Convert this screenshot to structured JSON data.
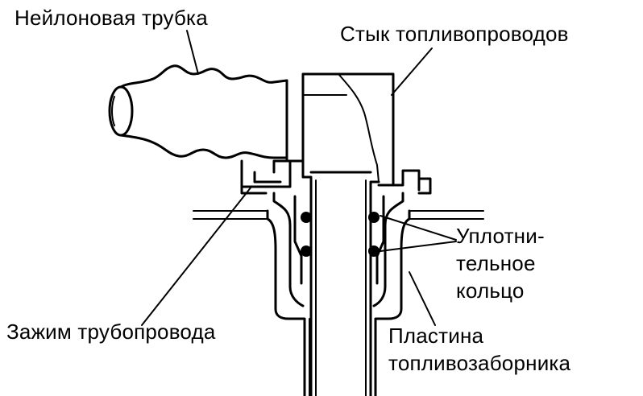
{
  "labels": {
    "nylon_tube": "Нейлоновая трубка",
    "fuel_line_joint": "Стык топливопроводов",
    "o_ring_line1": "Уплотни-",
    "o_ring_line2": "тельное",
    "o_ring_line3": "кольцо",
    "pipe_clamp": "Зажим трубопровода",
    "plate_line1": "Пластина",
    "plate_line2": "топливозаборника"
  },
  "colors": {
    "ink": "#000000",
    "background": "#ffffff"
  }
}
